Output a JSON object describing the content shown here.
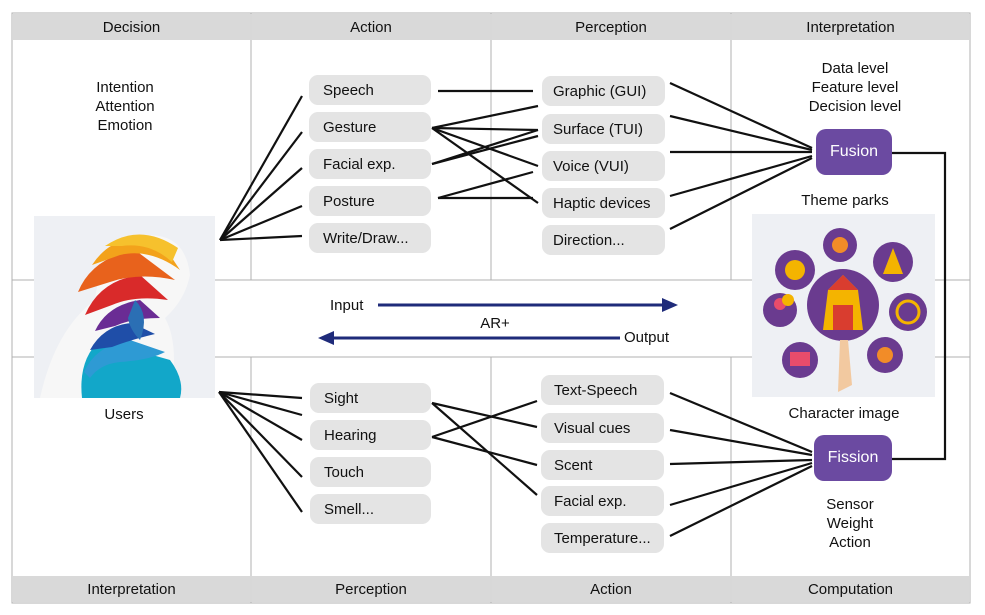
{
  "headers": {
    "top": [
      "Decision",
      "Action",
      "Perception",
      "Interpretation"
    ],
    "bottom": [
      "Interpretation",
      "Perception",
      "Action",
      "Computation"
    ]
  },
  "decision_block": [
    "Intention",
    "Attention",
    "Emotion"
  ],
  "users_label": "Users",
  "action_top": [
    "Speech",
    "Gesture",
    "Facial exp.",
    "Posture",
    "Write/Draw..."
  ],
  "perception_top": [
    "Graphic (GUI)",
    "Surface (TUI)",
    "Voice (VUI)",
    "Haptic devices",
    "Direction..."
  ],
  "fusion_levels": [
    "Data level",
    "Feature level",
    "Decision level"
  ],
  "fusion_label": "Fusion",
  "theme_parks_label": "Theme parks",
  "character_image_label": "Character image",
  "flow": {
    "input": "Input",
    "middle": "AR+",
    "output": "Output"
  },
  "perception_bottom": [
    "Sight",
    "Hearing",
    "Touch",
    "Smell..."
  ],
  "action_bottom": [
    "Text-Speech",
    "Visual cues",
    "Scent",
    "Facial exp.",
    "Temperature..."
  ],
  "fission_label": "Fission",
  "fission_outputs": [
    "Sensor",
    "Weight",
    "Action"
  ],
  "colors": {
    "node": "#6b4aa1",
    "arrow": "#1f2b7a",
    "header": "#d9d9d9",
    "pill": "#e4e4e4"
  }
}
